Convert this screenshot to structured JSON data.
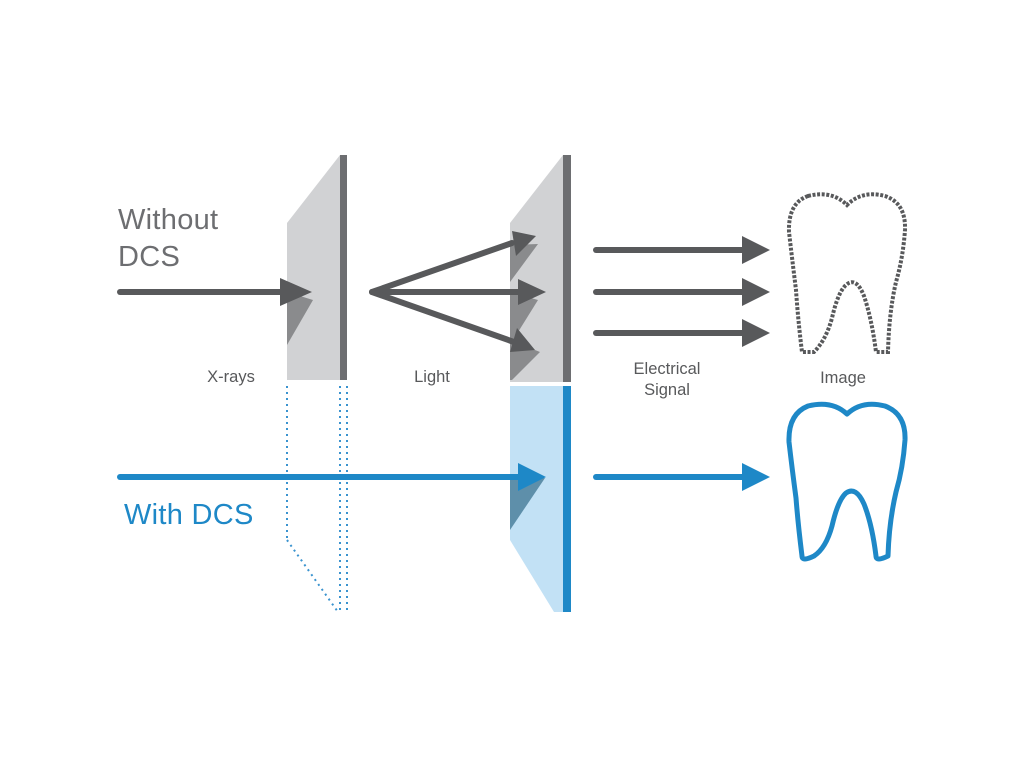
{
  "labels": {
    "without_line1": "Without",
    "without_line2": "DCS",
    "with_dcs": "With DCS",
    "xrays": "X-rays",
    "light": "Light",
    "electrical_line1": "Electrical",
    "electrical_line2": "Signal",
    "image": "Image"
  },
  "colors": {
    "dark_arrow": "#58595b",
    "blue": "#1e88c7",
    "panel_gray": "#d1d2d4",
    "panel_shadow": "#8a8b8d",
    "panel_edge": "#6d6e71",
    "panel_blue": "#c2e1f5",
    "panel_blue_shadow": "#5e8faa",
    "tooth_gray": "#58595b"
  },
  "icons": [
    "xray-arrow-icon",
    "light-fan-arrows-icon",
    "signal-arrow-icon",
    "pixelated-tooth-icon",
    "smooth-tooth-icon"
  ]
}
